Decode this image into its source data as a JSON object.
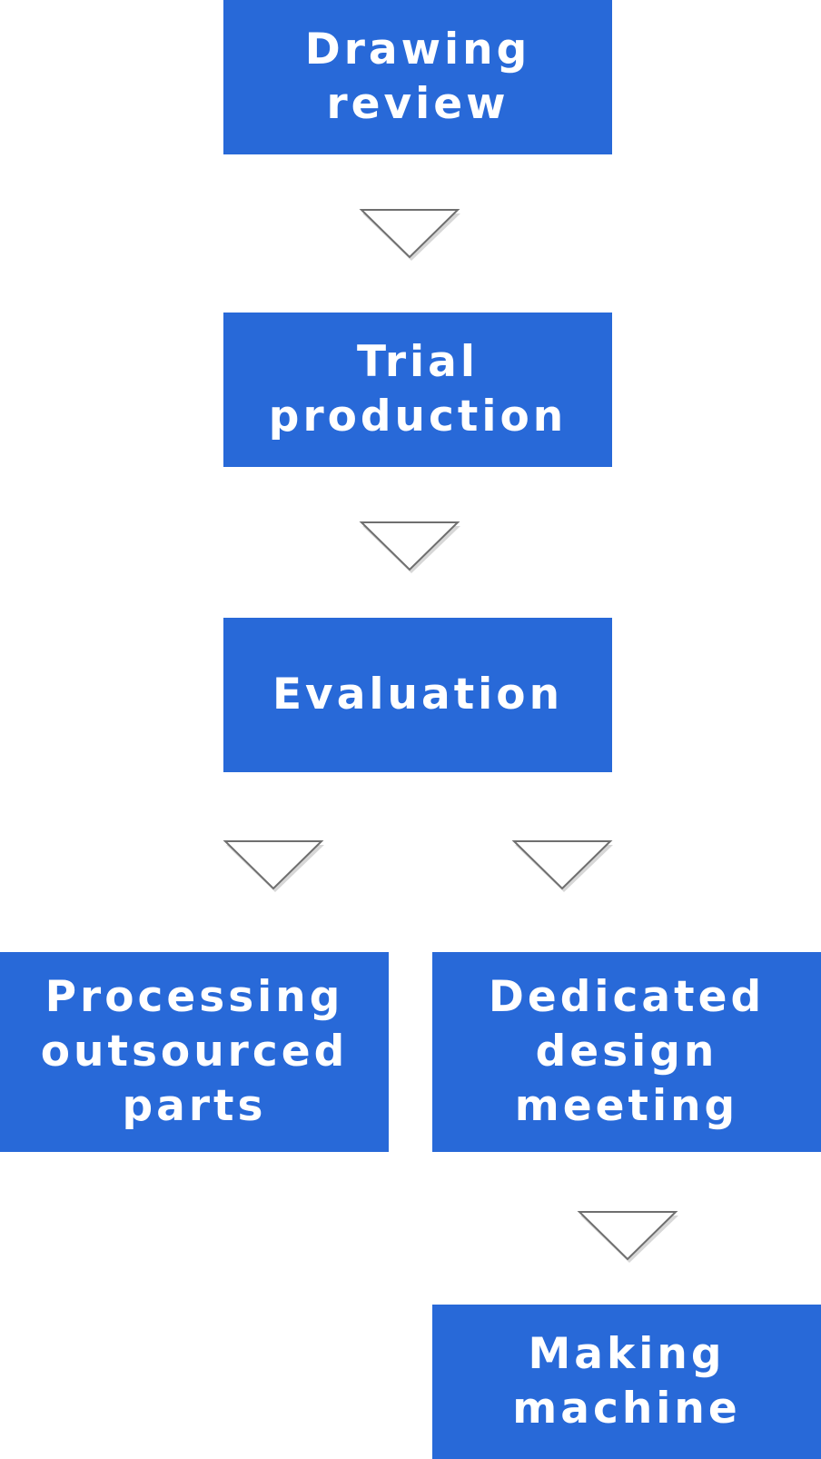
{
  "diagram": {
    "steps": [
      {
        "label": "Drawing\nreview"
      },
      {
        "label": "Trial\nproduction"
      },
      {
        "label": "Evaluation"
      },
      {
        "label": "Processing\noutsourced\nparts"
      },
      {
        "label": "Dedicated\ndesign\nmeeting"
      },
      {
        "label": "Making\nmachine"
      }
    ],
    "colors": {
      "box_fill": "#2869d8",
      "box_text": "#ffffff",
      "arrow_fill": "#ffffff",
      "arrow_stroke": "#6f6f6f"
    }
  }
}
